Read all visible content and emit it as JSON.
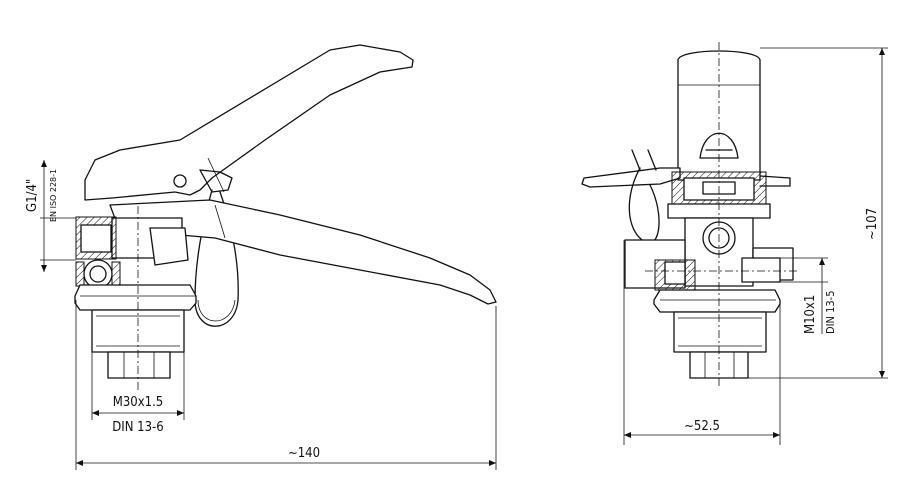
{
  "dimensions": {
    "thread_outlet": "G1/4\"",
    "thread_outlet_std": "EN ISO 228-1",
    "thread_main": "M30x1.5",
    "thread_main_std": "DIN 13-6",
    "overall_length": "~140",
    "depth": "~52.5",
    "height": "~107",
    "thread_gauge": "M10x1",
    "thread_gauge_std": "DIN 13-5"
  }
}
